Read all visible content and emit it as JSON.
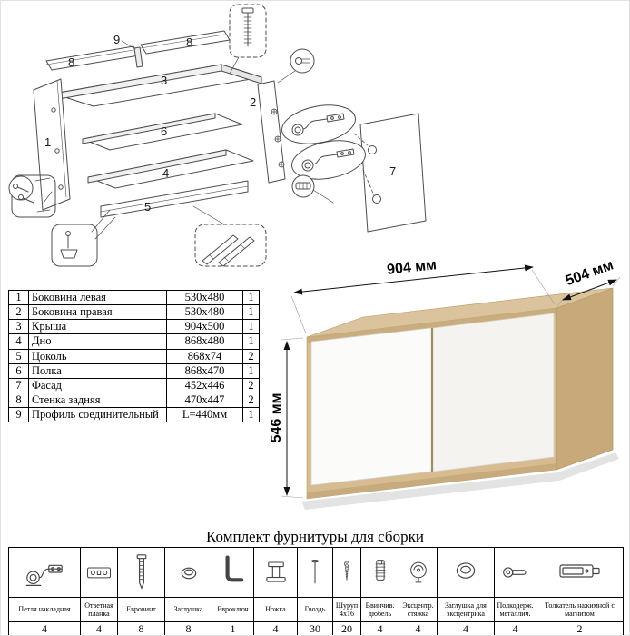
{
  "exploded": {
    "labels": {
      "n1": "1",
      "n2": "2",
      "n3": "3",
      "n4": "4",
      "n5": "5",
      "n6": "6",
      "n7": "7",
      "n8a": "8",
      "n8b": "8",
      "n9": "9"
    }
  },
  "render": {
    "dim_width": "904 мм",
    "dim_depth": "504 мм",
    "dim_height": "546 мм"
  },
  "parts_table": {
    "rows": [
      {
        "num": "1",
        "name": "Боковина левая",
        "size": "530x480",
        "qty": "1"
      },
      {
        "num": "2",
        "name": "Боковина правая",
        "size": "530x480",
        "qty": "1"
      },
      {
        "num": "3",
        "name": "Крыша",
        "size": "904x500",
        "qty": "1"
      },
      {
        "num": "4",
        "name": "Дно",
        "size": "868x480",
        "qty": "1"
      },
      {
        "num": "5",
        "name": "Цоколь",
        "size": "868x74",
        "qty": "2"
      },
      {
        "num": "6",
        "name": "Полка",
        "size": "868x470",
        "qty": "1"
      },
      {
        "num": "7",
        "name": "Фасад",
        "size": "452x446",
        "qty": "2"
      },
      {
        "num": "8",
        "name": "Стенка задняя",
        "size": "470x447",
        "qty": "2"
      },
      {
        "num": "9",
        "name": "Профиль соединительный",
        "size": "L=440мм",
        "qty": "1"
      }
    ]
  },
  "hardware": {
    "title": "Комплект фурнитуры для сборки",
    "items": [
      {
        "label": "Петля накладная",
        "qty": "4",
        "icon": "hinge-icon"
      },
      {
        "label": "Ответная планка",
        "qty": "4",
        "icon": "strike-plate-icon"
      },
      {
        "label": "Евровинт",
        "qty": "8",
        "icon": "confirmat-screw-icon"
      },
      {
        "label": "Заглушка",
        "qty": "8",
        "icon": "cap-icon"
      },
      {
        "label": "Евроключ",
        "qty": "1",
        "icon": "hex-key-icon"
      },
      {
        "label": "Ножка",
        "qty": "4",
        "icon": "foot-icon"
      },
      {
        "label": "Гвоздь",
        "qty": "30",
        "icon": "nail-icon"
      },
      {
        "label": "Шуруп 4x16",
        "qty": "20",
        "icon": "screw-icon"
      },
      {
        "label": "Ввинчив. дюбель",
        "qty": "4",
        "icon": "dowel-icon"
      },
      {
        "label": "Эксцентр. стяжка",
        "qty": "4",
        "icon": "cam-lock-icon"
      },
      {
        "label": "Заглушка для эксцентрика",
        "qty": "4",
        "icon": "cam-cap-icon"
      },
      {
        "label": "Полкодерж. металлич.",
        "qty": "4",
        "icon": "shelf-pin-icon"
      },
      {
        "label": "Толкатель нажимной с магнитом",
        "qty": "2",
        "icon": "push-latch-icon"
      }
    ]
  }
}
